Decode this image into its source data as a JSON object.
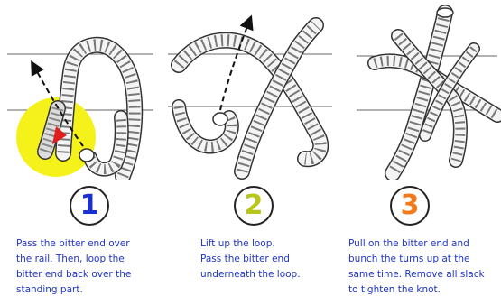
{
  "steps": [
    {
      "number": "1",
      "number_color": "#1a2fd0",
      "lines": [
        "Pass the bitter end over",
        "the rail. Then, loop the",
        "bitter end back over the",
        "standing part."
      ]
    },
    {
      "number": "2",
      "number_color": "#b8c61a",
      "lines": [
        "Lift up the loop.",
        "Pass the bitter end",
        "underneath the loop."
      ]
    },
    {
      "number": "3",
      "number_color": "#f07a1c",
      "lines": [
        "Pull on the bitter end and",
        "bunch the turns up at the",
        "same time. Remove all slack",
        "to tighten the knot."
      ]
    }
  ],
  "colors": {
    "caption_text": "#1e34c6",
    "highlight": "#f4f21a",
    "highlight_arrow": "#e01e1e",
    "rope_outline": "#333333"
  },
  "icons": [
    "rope-knot-step-1",
    "rope-knot-step-2",
    "rope-knot-step-3",
    "direction-arrow-icon"
  ]
}
